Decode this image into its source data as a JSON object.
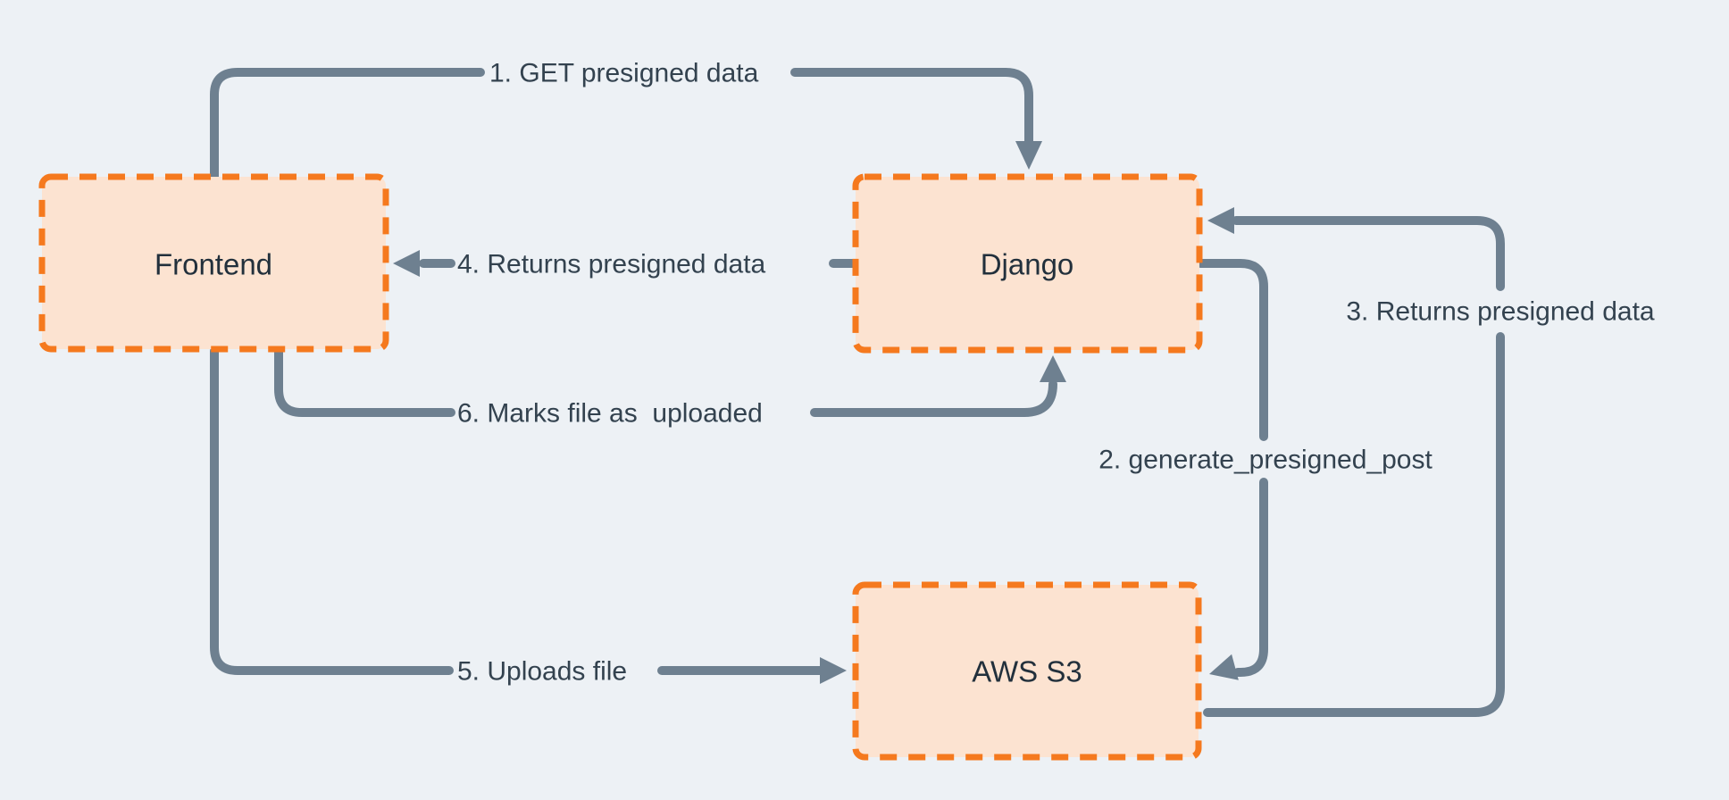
{
  "diagram": {
    "nodes": [
      {
        "id": "frontend",
        "label": "Frontend"
      },
      {
        "id": "django",
        "label": "Django"
      },
      {
        "id": "aws-s3",
        "label": "AWS S3"
      }
    ],
    "flows": [
      {
        "step": 1,
        "label": "1. GET presigned data",
        "from": "frontend",
        "to": "django"
      },
      {
        "step": 2,
        "label": "2. generate_presigned_post",
        "from": "django",
        "to": "aws-s3"
      },
      {
        "step": 3,
        "label": "3. Returns presigned data",
        "from": "aws-s3",
        "to": "django"
      },
      {
        "step": 4,
        "label": "4. Returns presigned data",
        "from": "django",
        "to": "frontend"
      },
      {
        "step": 5,
        "label": "5. Uploads file",
        "from": "frontend",
        "to": "aws-s3"
      },
      {
        "step": 6,
        "label": "6. Marks file as  uploaded",
        "from": "frontend",
        "to": "django"
      }
    ],
    "colors": {
      "bg": "#edf1f5",
      "line": "#6e8090",
      "label_text": "#33424f",
      "node_fill": "#fce3d1",
      "node_border": "#f5791e",
      "node_text": "#22303c"
    }
  }
}
